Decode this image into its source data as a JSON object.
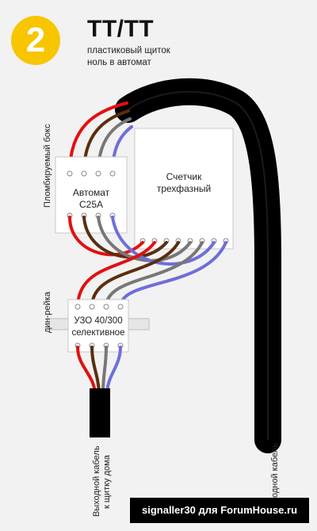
{
  "header": {
    "number": "2",
    "title": "TT/TT",
    "subtitle_line1": "пластиковый щиток",
    "subtitle_line2": "ноль в автомат"
  },
  "labels": {
    "breaker": [
      "Автомат",
      "C25A"
    ],
    "meter": [
      "Счетчик",
      "трехфазный"
    ],
    "rcd": [
      "УЗО 40/300",
      "селективное"
    ],
    "sealed_box": "Пломбируемый бокс",
    "din_rail": "дин-рейка",
    "output_cable": [
      "Выходной кабель",
      "к щитку дома"
    ],
    "input_cable": "одной кабель"
  },
  "credit": "signaller30 для ForumHouse.ru",
  "colors": {
    "background": "#f2f2f2",
    "badge": "#f7c600",
    "wire_red": "#e31010",
    "wire_brown": "#5a2e0e",
    "wire_gray": "#777777",
    "wire_blue": "#6e6edc",
    "cable": "#000000"
  }
}
